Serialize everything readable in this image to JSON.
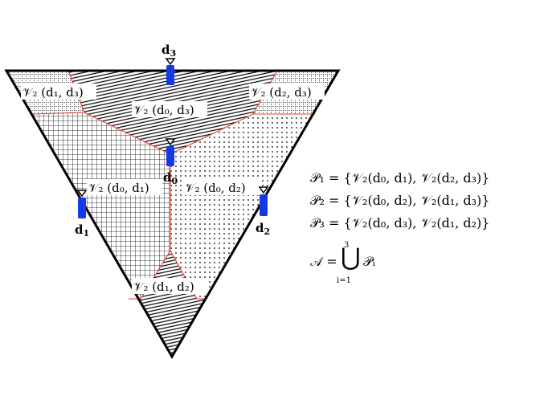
{
  "nodes": {
    "d0": "d",
    "d0_sub": "0",
    "d1": "d",
    "d1_sub": "1",
    "d2": "d",
    "d2_sub": "2",
    "d3": "d",
    "d3_sub": "3"
  },
  "regions": {
    "v_d1_d3": "𝒱₂ (d₁, d₃)",
    "v_d0_d3": "𝒱₂ (d₀, d₃)",
    "v_d2_d3": "𝒱₂ (d₂, d₃)",
    "v_d0_d1": "𝒱₂ (d₀, d₁)",
    "v_d0_d2": "𝒱₂ (d₀, d₂)",
    "v_d1_d2": "𝒱₂ (d₁, d₂)"
  },
  "equations": {
    "p1": "𝒫₁ = {𝒱₂(d₀, d₁), 𝒱₂(d₂, d₃)}",
    "p2": "𝒫₂ = {𝒱₂(d₀, d₂), 𝒱₂(d₁, d₃)}",
    "p3": "𝒫₃ = {𝒱₂(d₀, d₃), 𝒱₂(d₁, d₂)}",
    "a_lhs": "𝒜 =",
    "a_union": "⋃",
    "a_upper": "3",
    "a_lower": "i=1",
    "a_rhs": "𝒫ᵢ"
  },
  "colors": {
    "sensor": "#1439e6",
    "boundary": "#e8382a",
    "triangle": "#000000"
  },
  "icons": {
    "sensor": "antenna-marker-icon"
  }
}
